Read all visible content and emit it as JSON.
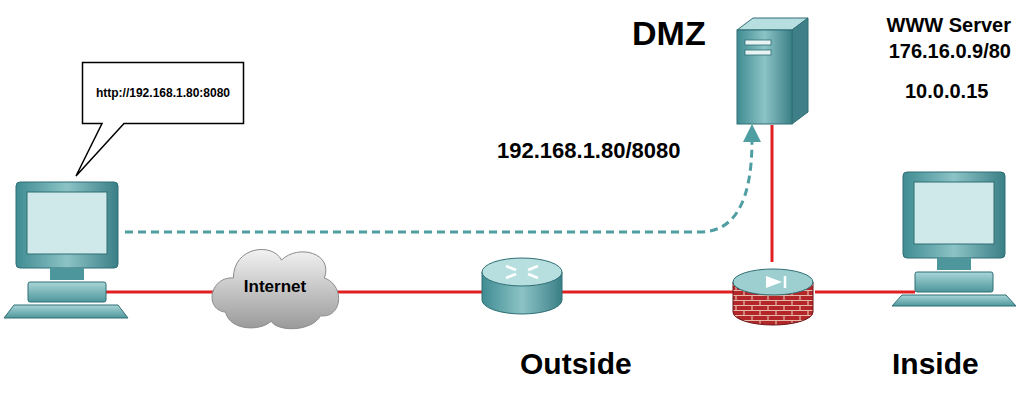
{
  "diagram": {
    "nodes": [
      {
        "text": [
          "http://192.168.1.80:8080"
        ]
      },
      {
        "text": [
          "Internet"
        ]
      }
    ],
    "labels": [
      "DMZ",
      "WWW Server",
      "176.16.0.9/80",
      "192.168.1.80/8080",
      "10.0.0.15",
      "Outside",
      "Inside"
    ]
  }
}
